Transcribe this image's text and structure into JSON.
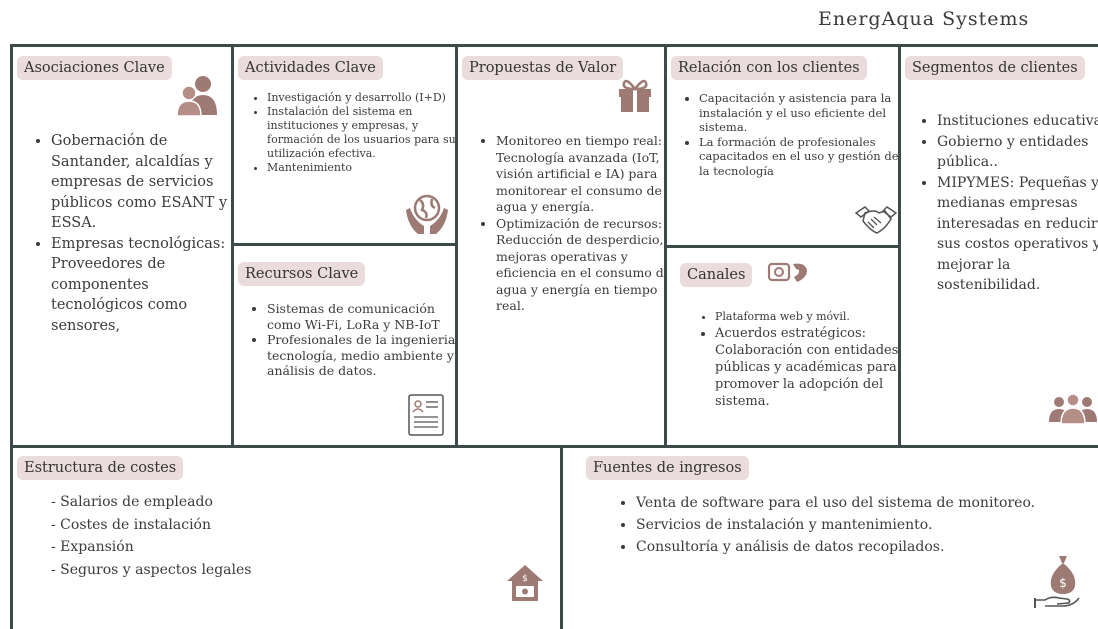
{
  "brand": "EnergAqua Systems",
  "colors": {
    "accent": "#9e7a74",
    "label_bg": "#eadcdc",
    "border": "#3d4a4a"
  },
  "sections": {
    "asociaciones": {
      "title": "Asociaciones Clave",
      "icon": "people-icon",
      "items": [
        "Gobernación de Santander, alcaldías y empresas de servicios públicos como ESANT y ESSA.",
        "Empresas tecnológicas: Proveedores de componentes tecnológicos como sensores,"
      ]
    },
    "actividades": {
      "title": "Actividades Clave",
      "icon": "globe-hands-icon",
      "items": [
        "Investigación y desarrollo (I+D)",
        "Instalación del sistema en instituciones y empresas, y formación de los usuarios para su utilización efectiva.",
        "Mantenimiento"
      ]
    },
    "recursos": {
      "title": "Recursos Clave",
      "icon": "document-icon",
      "items": [
        "Sistemas de comunicación como Wi-Fi, LoRa y NB-IoT",
        "Profesionales de la ingenieria, tecnología, medio ambiente y análisis de datos."
      ]
    },
    "propuestas": {
      "title": "Propuestas de Valor",
      "icon": "gift-icon",
      "items": [
        "Monitoreo en tiempo real: Tecnología avanzada (IoT, visión artificial e IA) para monitorear el consumo de agua y energía.",
        "Optimización de recursos: Reducción de desperdicio, mejoras operativas y eficiencia en el consumo de agua y energía en tiempo real."
      ]
    },
    "relacion": {
      "title": "Relación con los clientes",
      "icon": "handshake-icon",
      "items": [
        "Capacitación y asistencia para la instalación y el uso eficiente del sistema.",
        "La formación de profesionales capacitados en el uso y gestión de la tecnología"
      ]
    },
    "canales": {
      "title": "Canales",
      "icon": "phone-icon",
      "items": [
        "Plataforma web y móvil.",
        "Acuerdos estratégicos: Colaboración con entidades públicas y académicas para promover la adopción del sistema."
      ]
    },
    "segmentos": {
      "title": "Segmentos de clientes",
      "icon": "group-icon",
      "items": [
        "Instituciones educativas",
        "Gobierno y entidades pública..",
        "MIPYMES: Pequeñas y medianas empresas interesadas en reducir sus costos operativos y mejorar la sostenibilidad."
      ]
    },
    "costes": {
      "title": "Estructura de costes",
      "icon": "house-money-icon",
      "items": [
        "- Salarios de empleado",
        "- Costes de instalación",
        "- Expansión",
        "- Seguros y aspectos legales"
      ]
    },
    "ingresos": {
      "title": "Fuentes de ingresos",
      "icon": "money-bag-hand-icon",
      "items": [
        "Venta de software para el uso del sistema de monitoreo.",
        "Servicios de instalación y mantenimiento.",
        "Consultoría y análisis de datos recopilados."
      ]
    }
  }
}
